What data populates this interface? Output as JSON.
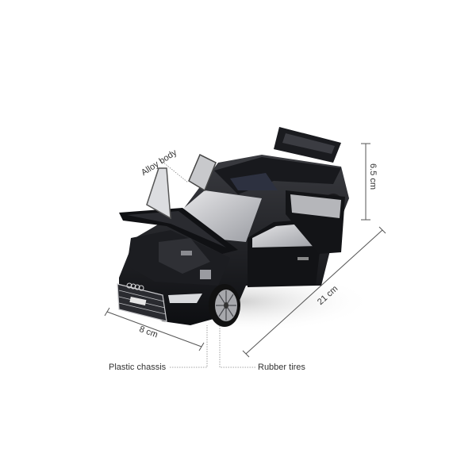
{
  "annotations": {
    "alloy_body": "Alloy body",
    "height": "6.5 cm",
    "length": "21 cm",
    "width": "8 cm",
    "plastic_chassis": "Plastic chassis",
    "rubber_tires": "Rubber tires"
  },
  "product": {
    "subject": "black sedan die-cast model car with hood, doors and trunk open",
    "body_color": "#15161a",
    "background_color": "#ffffff",
    "line_color": "#555555"
  }
}
